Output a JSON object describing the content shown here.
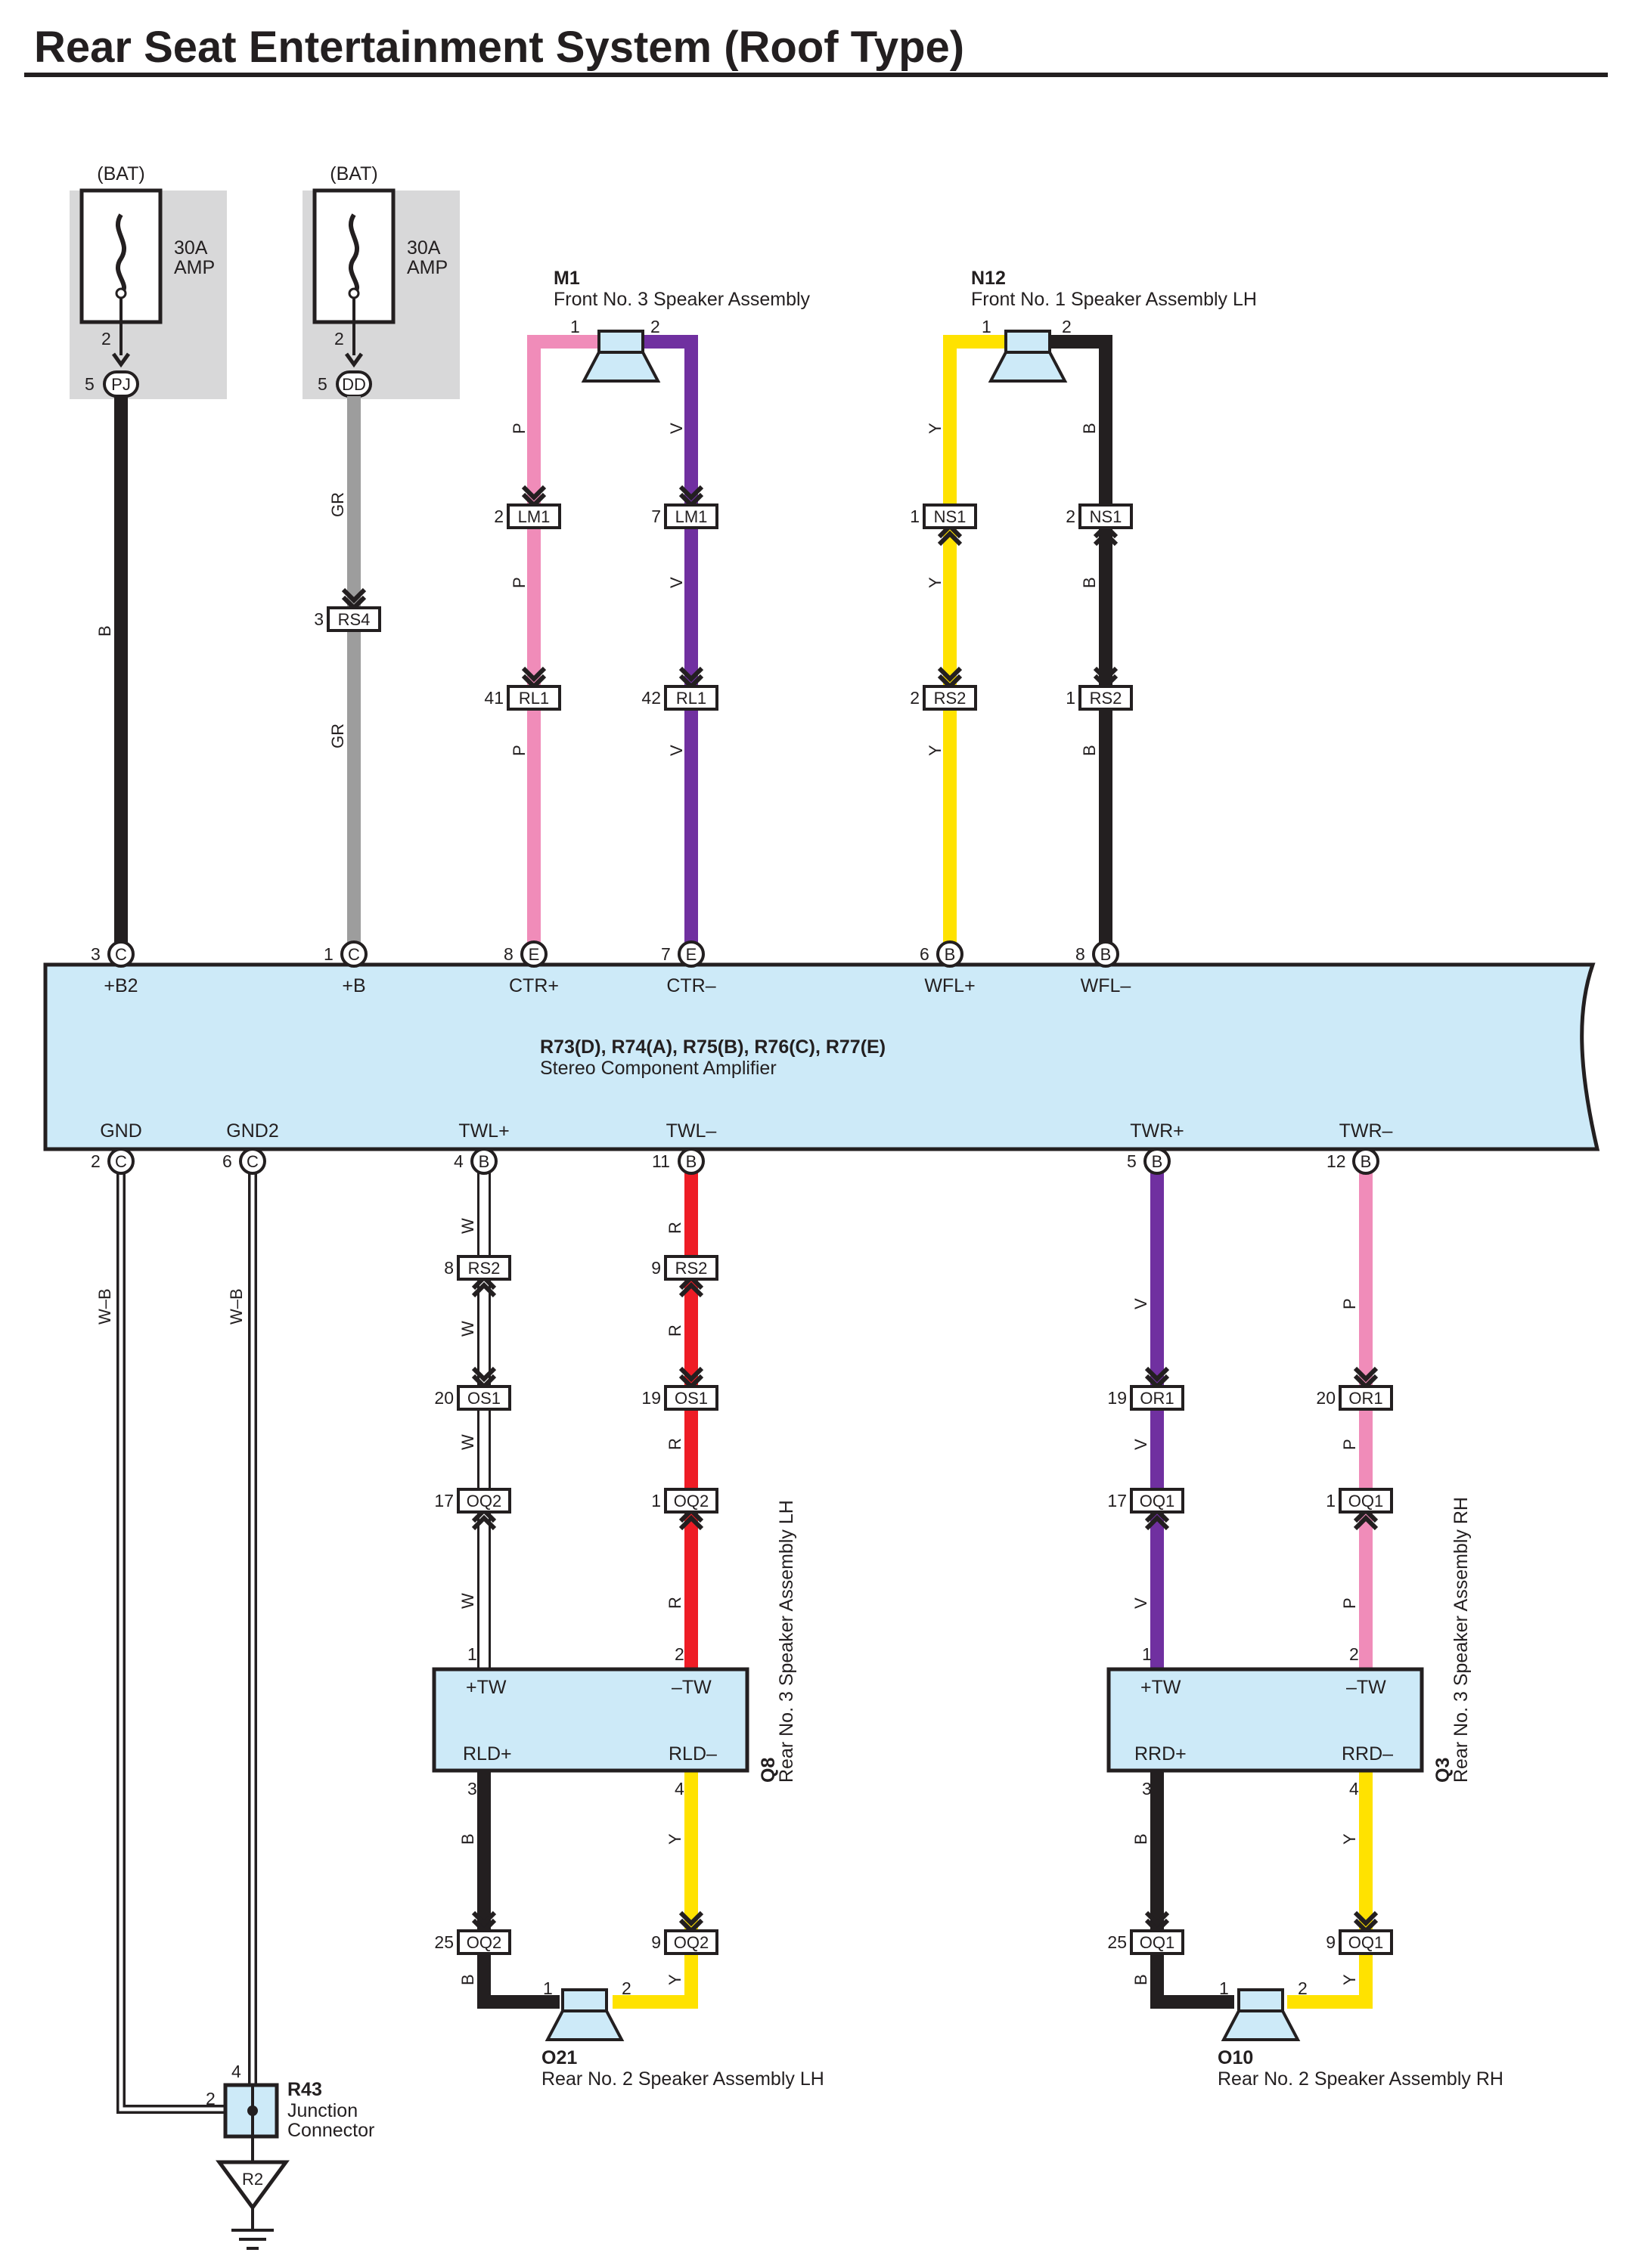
{
  "title": "Rear Seat Entertainment System (Roof Type)",
  "colors": {
    "B": "#231f20",
    "GR": "#9d9d9d",
    "P": "#f08cb9",
    "V": "#7030a0",
    "Y": "#ffe200",
    "W": "#ffffff",
    "R": "#ee1c25",
    "WB": "#231f20",
    "module_fill": "#cdeaf8",
    "fuse_bg": "#d8d8d9"
  },
  "fuses": [
    {
      "source": "(BAT)",
      "rating": "30A",
      "unit": "AMP",
      "pin": "2",
      "conn_pin": "5",
      "conn": "PJ"
    },
    {
      "source": "(BAT)",
      "rating": "30A",
      "unit": "AMP",
      "pin": "2",
      "conn_pin": "5",
      "conn": "DD"
    }
  ],
  "amplifier": {
    "codes": "R73(D), R74(A), R75(B), R76(C), R77(E)",
    "name": "Stereo Component Amplifier",
    "top_terminals": [
      {
        "pin": "3",
        "conn": "C",
        "label": "+B2"
      },
      {
        "pin": "1",
        "conn": "C",
        "label": "+B"
      },
      {
        "pin": "8",
        "conn": "E",
        "label": "CTR+"
      },
      {
        "pin": "7",
        "conn": "E",
        "label": "CTR–"
      },
      {
        "pin": "6",
        "conn": "B",
        "label": "WFL+"
      },
      {
        "pin": "8",
        "conn": "B",
        "label": "WFL–"
      }
    ],
    "bottom_terminals": [
      {
        "pin": "2",
        "conn": "C",
        "label": "GND"
      },
      {
        "pin": "6",
        "conn": "C",
        "label": "GND2"
      },
      {
        "pin": "4",
        "conn": "B",
        "label": "TWL+"
      },
      {
        "pin": "11",
        "conn": "B",
        "label": "TWL–"
      },
      {
        "pin": "5",
        "conn": "B",
        "label": "TWR+"
      },
      {
        "pin": "12",
        "conn": "B",
        "label": "TWR–"
      }
    ]
  },
  "speakers_front": [
    {
      "code": "M1",
      "name": "Front No. 3 Speaker Assembly",
      "pin1": "1",
      "pin2": "2"
    },
    {
      "code": "N12",
      "name": "Front No. 1 Speaker Assembly LH",
      "pin1": "1",
      "pin2": "2"
    }
  ],
  "speakers_rear": [
    {
      "code": "O21",
      "name": "Rear No. 2 Speaker Assembly LH",
      "pin1": "1",
      "pin2": "2"
    },
    {
      "code": "O10",
      "name": "Rear No. 2 Speaker Assembly RH",
      "pin1": "1",
      "pin2": "2"
    }
  ],
  "tweeters": [
    {
      "code": "Q8",
      "name": "Rear No. 3 Speaker Assembly LH",
      "tl": "+TW",
      "tr": "–TW",
      "bl": "RLD+",
      "br": "RLD–",
      "pin1": "1",
      "pin2": "2",
      "pin3": "3",
      "pin4": "4"
    },
    {
      "code": "Q3",
      "name": "Rear No. 3 Speaker Assembly RH",
      "tl": "+TW",
      "tr": "–TW",
      "bl": "RRD+",
      "br": "RRD–",
      "pin1": "1",
      "pin2": "2",
      "pin3": "3",
      "pin4": "4"
    }
  ],
  "junction": {
    "code": "R43",
    "line1": "Junction",
    "line2": "Connector",
    "pin_top": "4",
    "pin_left": "2"
  },
  "ground": {
    "code": "R2"
  },
  "wire_colors": {
    "b": "B",
    "gr": "GR",
    "p": "P",
    "v": "V",
    "y": "Y",
    "w": "W",
    "r": "R",
    "wb": "W–B"
  },
  "inline_connectors": [
    {
      "pin": "3",
      "code": "RS4"
    },
    {
      "pin": "2",
      "code": "LM1"
    },
    {
      "pin": "7",
      "code": "LM1"
    },
    {
      "pin": "41",
      "code": "RL1"
    },
    {
      "pin": "42",
      "code": "RL1"
    },
    {
      "pin": "1",
      "code": "NS1"
    },
    {
      "pin": "2",
      "code": "NS1"
    },
    {
      "pin": "2",
      "code": "RS2"
    },
    {
      "pin": "1",
      "code": "RS2"
    },
    {
      "pin": "8",
      "code": "RS2"
    },
    {
      "pin": "9",
      "code": "RS2"
    },
    {
      "pin": "20",
      "code": "OS1"
    },
    {
      "pin": "19",
      "code": "OS1"
    },
    {
      "pin": "17",
      "code": "OQ2"
    },
    {
      "pin": "1",
      "code": "OQ2"
    },
    {
      "pin": "19",
      "code": "OR1"
    },
    {
      "pin": "20",
      "code": "OR1"
    },
    {
      "pin": "17",
      "code": "OQ1"
    },
    {
      "pin": "1",
      "code": "OQ1"
    },
    {
      "pin": "25",
      "code": "OQ2"
    },
    {
      "pin": "9",
      "code": "OQ2"
    },
    {
      "pin": "25",
      "code": "OQ1"
    },
    {
      "pin": "9",
      "code": "OQ1"
    }
  ]
}
